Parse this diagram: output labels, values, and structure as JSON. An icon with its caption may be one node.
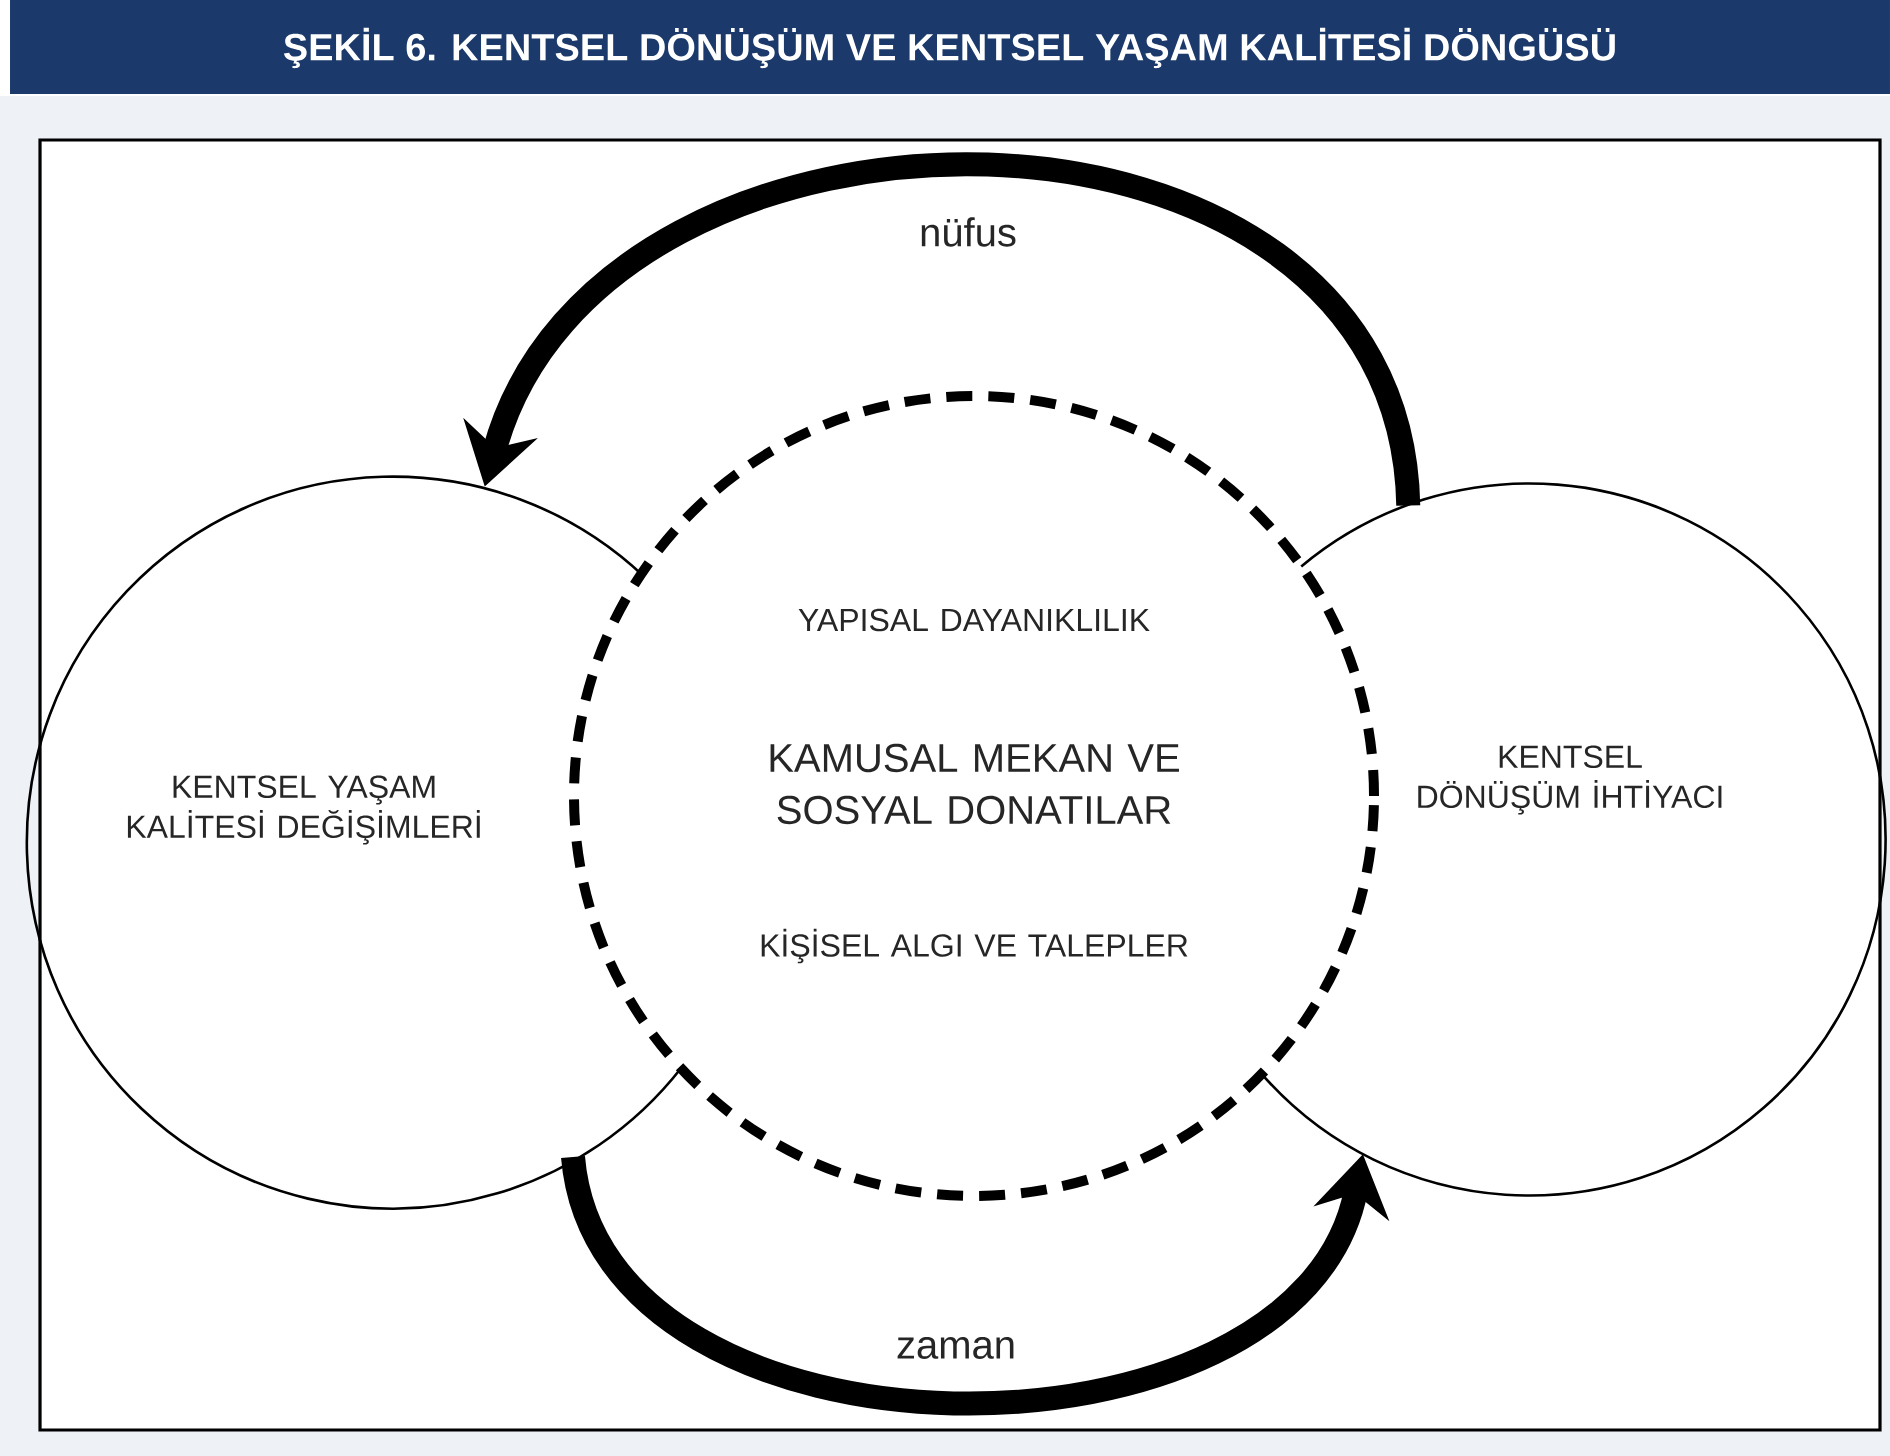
{
  "diagram": {
    "title": "ŞEKİL 6. KENTSEL DÖNÜŞÜM VE KENTSEL YAŞAM KALİTESİ DÖNGÜSÜ",
    "nodes": [
      {
        "text": [
          "KENTSEL YAŞAM KALİTESİ DEĞİŞİMLERİ"
        ]
      },
      {
        "text": [
          "YAPISAL DAYANIKLILIK",
          "KAMUSAL MEKAN VE SOSYAL DONATILAR",
          "KİŞİSEL ALGI VE TALEPLER"
        ]
      },
      {
        "text": [
          "KENTSEL DÖNÜŞÜM İHTİYACI"
        ]
      }
    ],
    "edges": [
      {
        "from": 2,
        "to": 0,
        "arrow": "to",
        "label": "nüfus"
      },
      {
        "from": 0,
        "to": 2,
        "arrow": "to",
        "label": "zaman"
      }
    ]
  }
}
